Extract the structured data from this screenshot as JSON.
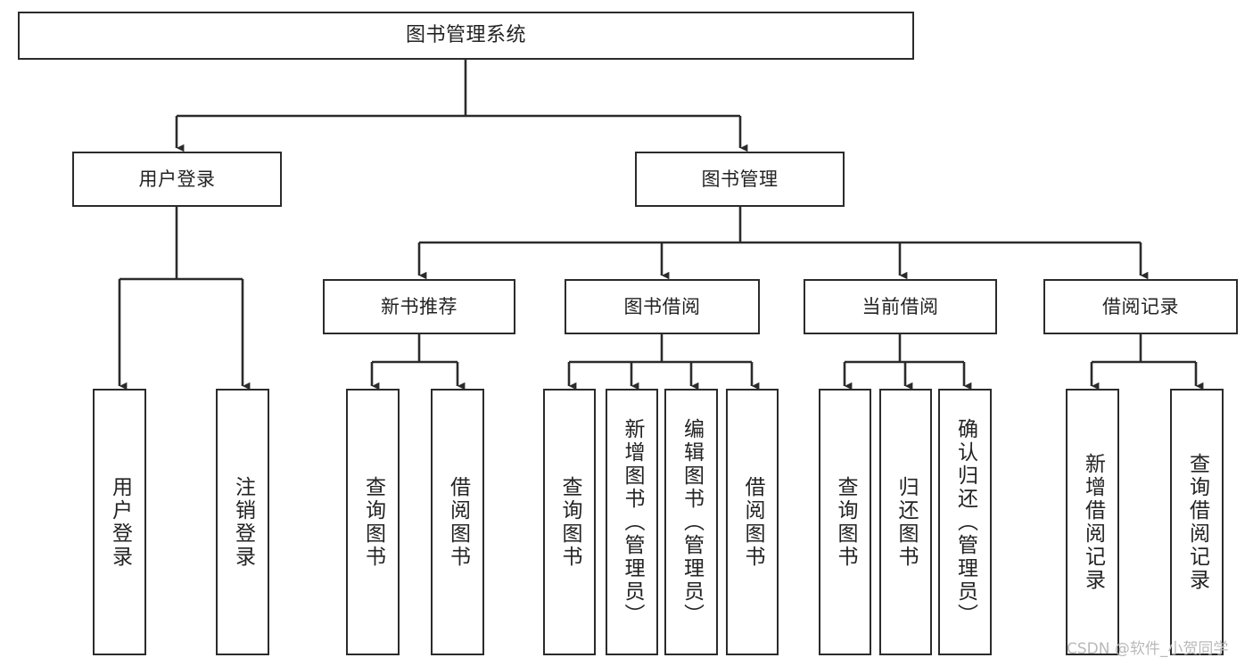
{
  "diagram": {
    "title": "图书管理系统",
    "type": "tree",
    "orientation": "top-down",
    "colors": {
      "box_border": "#2b2b2b",
      "box_fill": "#ffffff",
      "connector": "#2b2b2b",
      "text": "#232323",
      "background": "#ffffff",
      "watermark": "#b9b9b9"
    },
    "nodes": {
      "root": {
        "label": "图书管理系统",
        "level": 1
      },
      "level2": [
        {
          "id": "user-login",
          "label": "用户登录"
        },
        {
          "id": "book-management",
          "label": "图书管理"
        }
      ],
      "level3": [
        {
          "id": "new-book-recommend",
          "label": "新书推荐",
          "parent": "book-management"
        },
        {
          "id": "book-borrow",
          "label": "图书借阅",
          "parent": "book-management"
        },
        {
          "id": "current-borrow",
          "label": "当前借阅",
          "parent": "book-management"
        },
        {
          "id": "borrow-record",
          "label": "借阅记录",
          "parent": "book-management"
        }
      ],
      "leaves": [
        {
          "id": "leaf-user-login",
          "label": "用户登录",
          "parent": "user-login"
        },
        {
          "id": "leaf-logout",
          "label": "注销登录",
          "parent": "user-login"
        },
        {
          "id": "leaf-query-book-1",
          "label": "查询图书",
          "parent": "new-book-recommend"
        },
        {
          "id": "leaf-borrow-book-1",
          "label": "借阅图书",
          "parent": "new-book-recommend"
        },
        {
          "id": "leaf-query-book-2",
          "label": "查询图书",
          "parent": "book-borrow"
        },
        {
          "id": "leaf-add-book",
          "label": "新增图书（管理员）",
          "parent": "book-borrow"
        },
        {
          "id": "leaf-edit-book",
          "label": "编辑图书（管理员）",
          "parent": "book-borrow"
        },
        {
          "id": "leaf-borrow-book-2",
          "label": "借阅图书",
          "parent": "book-borrow"
        },
        {
          "id": "leaf-query-book-3",
          "label": "查询图书",
          "parent": "current-borrow"
        },
        {
          "id": "leaf-return-book",
          "label": "归还图书",
          "parent": "current-borrow"
        },
        {
          "id": "leaf-confirm-return",
          "label": "确认归还（管理员）",
          "parent": "current-borrow"
        },
        {
          "id": "leaf-add-record",
          "label": "新增借阅记录",
          "parent": "borrow-record"
        },
        {
          "id": "leaf-query-record",
          "label": "查询借阅记录",
          "parent": "borrow-record"
        }
      ]
    }
  },
  "watermark": {
    "text": "CSDN @软件_小贺同学"
  }
}
